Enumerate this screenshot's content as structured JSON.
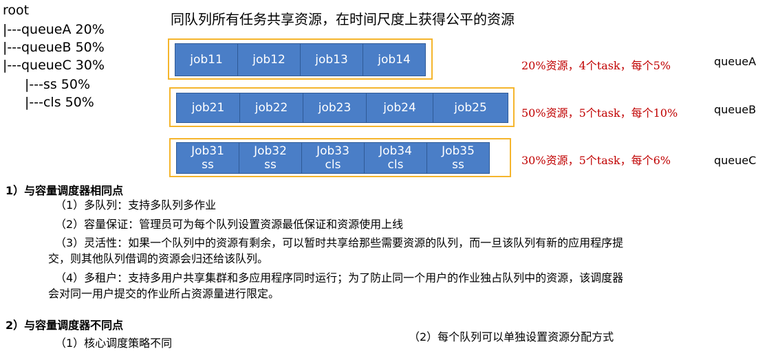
{
  "tree": {
    "root": "root",
    "queueA": "|---queueA  20%",
    "queueB": "|---queueB  50%",
    "queueC": "|---queueC  30%",
    "ss": "|---ss   50%",
    "cls": "|---cls  50%"
  },
  "title": "同队列所有任务共享资源，在时间尺度上获得公平的资源",
  "groups": [
    {
      "jobs": [
        [
          "job11"
        ],
        [
          "job12"
        ],
        [
          "job13"
        ],
        [
          "job14"
        ]
      ],
      "note": "20%资源，4个task，每个5%",
      "queue": "queueA"
    },
    {
      "jobs": [
        [
          "job21"
        ],
        [
          "job22"
        ],
        [
          "job23"
        ],
        [
          "job24"
        ],
        [
          "job25"
        ]
      ],
      "note": "50%资源，5个task，每个10%",
      "queue": "queueB"
    },
    {
      "jobs": [
        [
          "Job31",
          "ss"
        ],
        [
          "Job32",
          "ss"
        ],
        [
          "Job33",
          "cls"
        ],
        [
          "Job34",
          "cls"
        ],
        [
          "Job35",
          "ss"
        ]
      ],
      "note": "30%资源，5个task，每个6%",
      "queue": "queueC"
    }
  ],
  "section1": {
    "heading": "1）与容量调度器相同点",
    "items": [
      "（1）多队列：支持多队列多作业",
      "（2）容量保证：管理员可为每个队列设置资源最低保证和资源使用上线",
      "（3）灵活性：如果一个队列中的资源有剩余，可以暂时共享给那些需要资源的队列，而一旦该队列有新的应用程序提",
      "交，则其他队列借调的资源会归还给该队列。",
      "（4）多租户：支持多用户共享集群和多应用程序同时运行；为了防止同一个用户的作业独占队列中的资源，该调度器",
      "会对同一用户提交的作业所占资源量进行限定。"
    ]
  },
  "section2": {
    "heading": "2）与容量调度器不同点",
    "item1": "（1）核心调度策略不同",
    "item2": "（2）每个队列可以单独设置资源分配方式"
  },
  "colors": {
    "job_fill": "#4a7ec7",
    "group_border": "#f5b52c",
    "note_red": "#c00000"
  }
}
